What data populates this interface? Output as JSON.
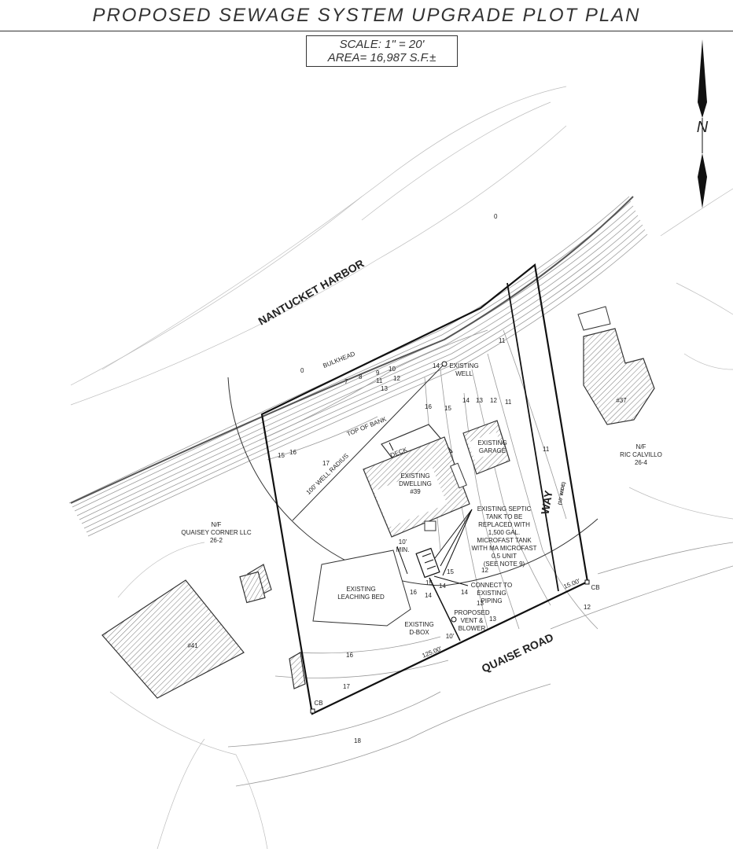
{
  "title": "PROPOSED SEWAGE SYSTEM UPGRADE PLOT  PLAN",
  "scale": {
    "line1": "SCALE:  1\" = 20'",
    "line2": "AREA= 16,987 S.F.±"
  },
  "north_symbol": "N",
  "labels": {
    "harbor": "NANTUCKET HARBOR",
    "bulkhead": "BULKHEAD",
    "top_of_bank": "TOP OF BANK",
    "well_radius": "100' WELL RADIUS",
    "existing_well": [
      "EXISTING",
      "WELL"
    ],
    "existing_garage": [
      "EXISTING",
      "GARAGE"
    ],
    "deck": "DECK",
    "existing_dwelling": [
      "EXISTING",
      "DWELLING",
      "#39"
    ],
    "septic_note": [
      "EXISTING SEPTIC",
      "TANK TO BE",
      "REPLACED WITH",
      "1,500 GAL.",
      "MICROFAST TANK",
      "WITH MA MICROFAST",
      "0.5 UNIT",
      "(SEE NOTE 9)"
    ],
    "ten_min": [
      "10'",
      "MIN."
    ],
    "connect": [
      "CONNECT TO",
      "EXISTING",
      "PIPING"
    ],
    "leaching_bed": [
      "EXISTING",
      "LEACHING BED"
    ],
    "dbox": [
      "EXISTING",
      "D-BOX"
    ],
    "vent": [
      "PROPOSED",
      "VENT &",
      "BLOWER"
    ],
    "ten": "10'",
    "dim_125": "125.00'",
    "dim_15": "15.00'",
    "way": "WAY",
    "way_width": "(10' WIDE)",
    "quaise_road": "QUAISE ROAD",
    "cb_left": "CB",
    "cb_right": "CB",
    "neighbor_left": [
      "N/F",
      "QUAISEY CORNER LLC",
      "26-2"
    ],
    "neighbor_right": [
      "N/F",
      "RIC CALVILLO",
      "26-4"
    ],
    "lot_41": "#41",
    "lot_37": "#37",
    "contours": [
      "0",
      "0",
      "7",
      "8",
      "9",
      "10",
      "11",
      "12",
      "13",
      "14",
      "15",
      "16",
      "17",
      "16",
      "15",
      "14",
      "13",
      "12",
      "11",
      "11",
      "11",
      "14",
      "15",
      "16",
      "13",
      "12",
      "16",
      "17",
      "18",
      "12",
      "14",
      "15",
      "14",
      "13"
    ]
  }
}
